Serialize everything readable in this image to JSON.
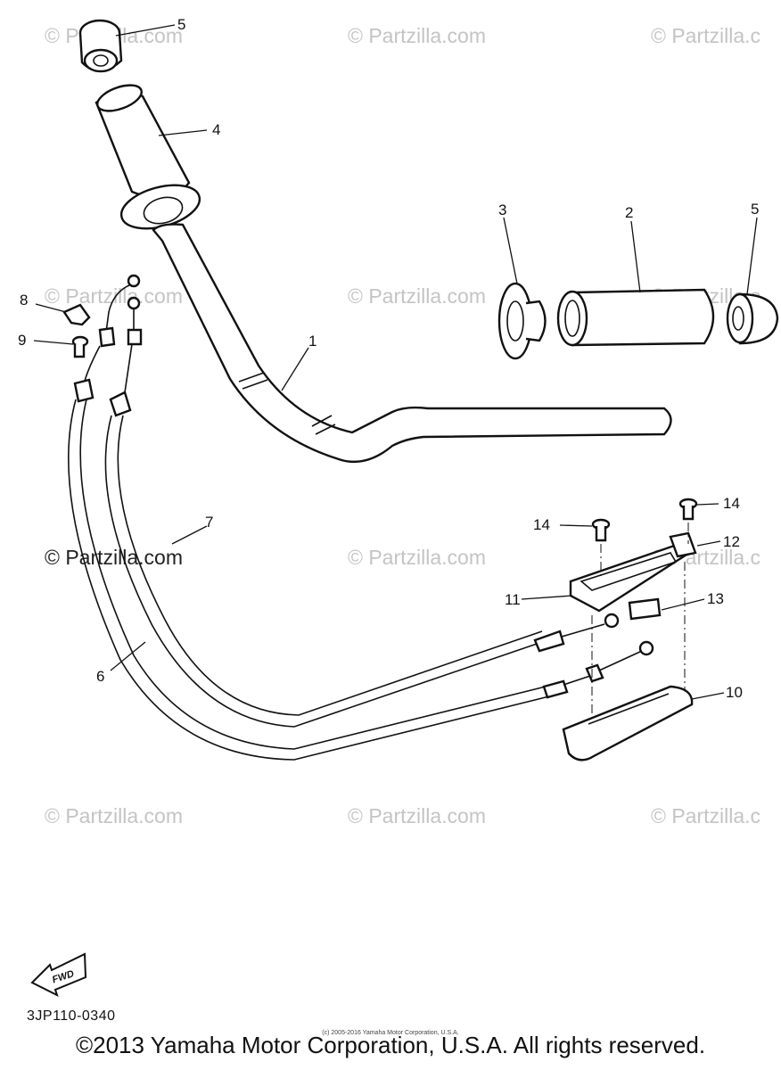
{
  "watermarks": [
    "© Partzilla.com",
    "© Partzilla.com",
    "© Partzilla.c",
    "© Partzilla.com",
    "© Partzilla.com",
    "© Partzilla.c",
    "© Partzilla.com",
    "© Partzilla.com",
    "© Partzilla.c",
    "© Partzilla.com",
    "© Partzilla.com",
    "© Partzilla.c"
  ],
  "callouts": {
    "c1": "1",
    "c2": "2",
    "c3": "3",
    "c4": "4",
    "c5a": "5",
    "c5b": "5",
    "c6": "6",
    "c7": "7",
    "c8": "8",
    "c9": "9",
    "c10": "10",
    "c11": "11",
    "c12": "12",
    "c13": "13",
    "c14a": "14",
    "c14b": "14"
  },
  "fwd_label": "FWD",
  "diagram_code": "3JP110-0340",
  "small_copyright": "(c) 2005-2016 Yamaha Motor Corporation, U.S.A.",
  "copyright": "©2013 Yamaha Motor Corporation, U.S.A. All rights reserved."
}
